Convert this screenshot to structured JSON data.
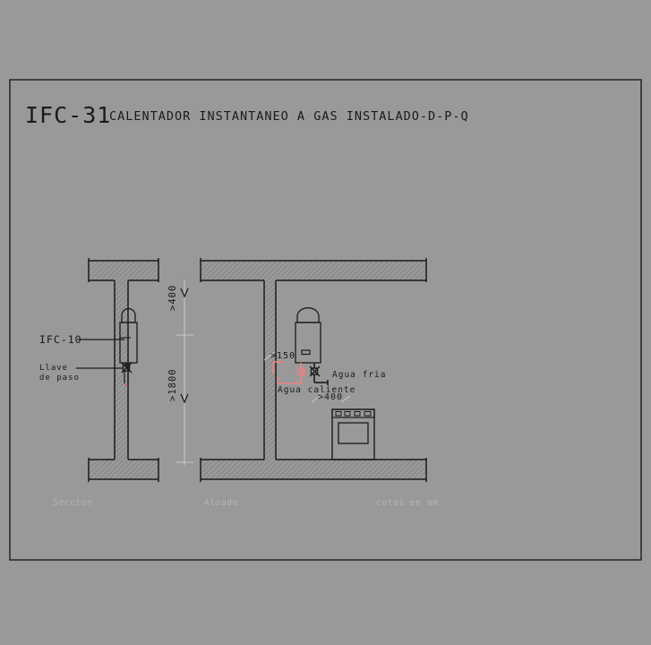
{
  "drawing": {
    "background_color": "#999999",
    "line_color": "#1a1a1a",
    "hatch_color": "#8e8e8e",
    "hot_water_color": "#f08080",
    "caption_color": "#b5b5b5",
    "dim_line_color": "#c8c8c8"
  },
  "title": {
    "code": "IFC-31",
    "description": "CALENTADOR INSTANTANEO A GAS INSTALADO-D-P-Q"
  },
  "section_view": {
    "caption": "Seccion",
    "labels": {
      "heater": "IFC-10",
      "valve_line1": "Llave",
      "valve_line2": "de paso"
    }
  },
  "dimensions": {
    "ceiling_clearance": ">400",
    "floor_height": ">1800",
    "side_clearance": ">150",
    "stove_clearance": ">400"
  },
  "elevation_view": {
    "caption": "Alzado",
    "labels": {
      "cold_water": "Agua fria",
      "hot_water": "Agua caliente"
    }
  },
  "notes": {
    "units": "cotas en mm"
  }
}
